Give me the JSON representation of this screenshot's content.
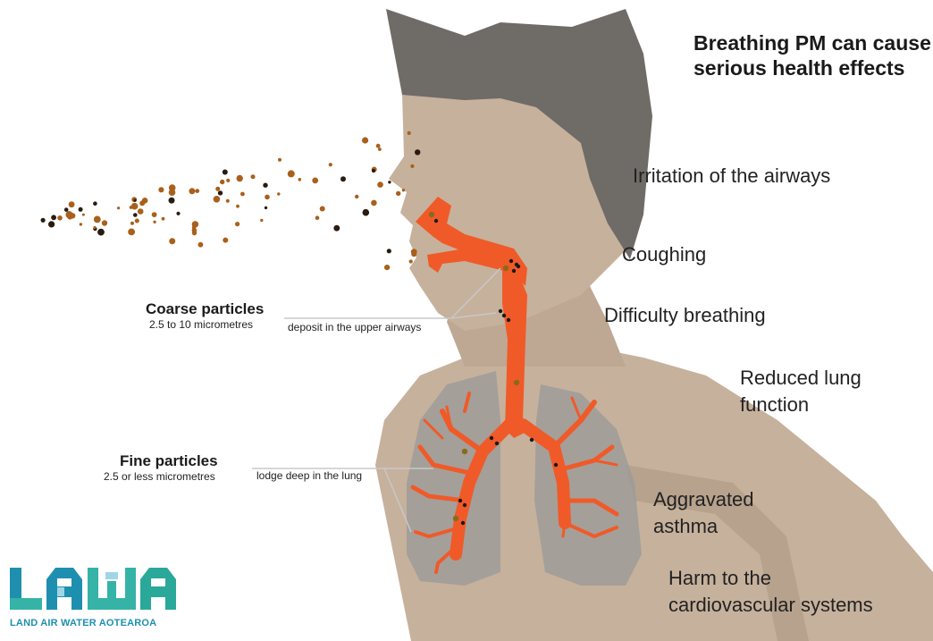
{
  "title": {
    "line1": "Breathing PM can cause",
    "line2": "serious health effects"
  },
  "effects": [
    {
      "line1": "Irritation of the airways",
      "line2": ""
    },
    {
      "line1": "Coughing",
      "line2": ""
    },
    {
      "line1": "Difficulty breathing",
      "line2": ""
    },
    {
      "line1": "Reduced lung",
      "line2": "function"
    },
    {
      "line1": "Aggravated",
      "line2": "asthma"
    },
    {
      "line1": "Harm to the",
      "line2": "cardiovascular systems"
    }
  ],
  "coarse": {
    "heading": "Coarse particles",
    "size": "2.5 to 10 micrometres",
    "note": "deposit in the upper airways"
  },
  "fine": {
    "heading": "Fine particles",
    "size": "2.5 or less micrometres",
    "note": "lodge deep in the lung"
  },
  "logo": {
    "letters": "LAWA",
    "tagline": "LAND AIR WATER AOTEAROA"
  },
  "colors": {
    "skin": "#c2ac96",
    "hair": "#6f6b67",
    "airway": "#f05a28",
    "lung": "#9c9c9c",
    "particle": "#a9601c"
  }
}
